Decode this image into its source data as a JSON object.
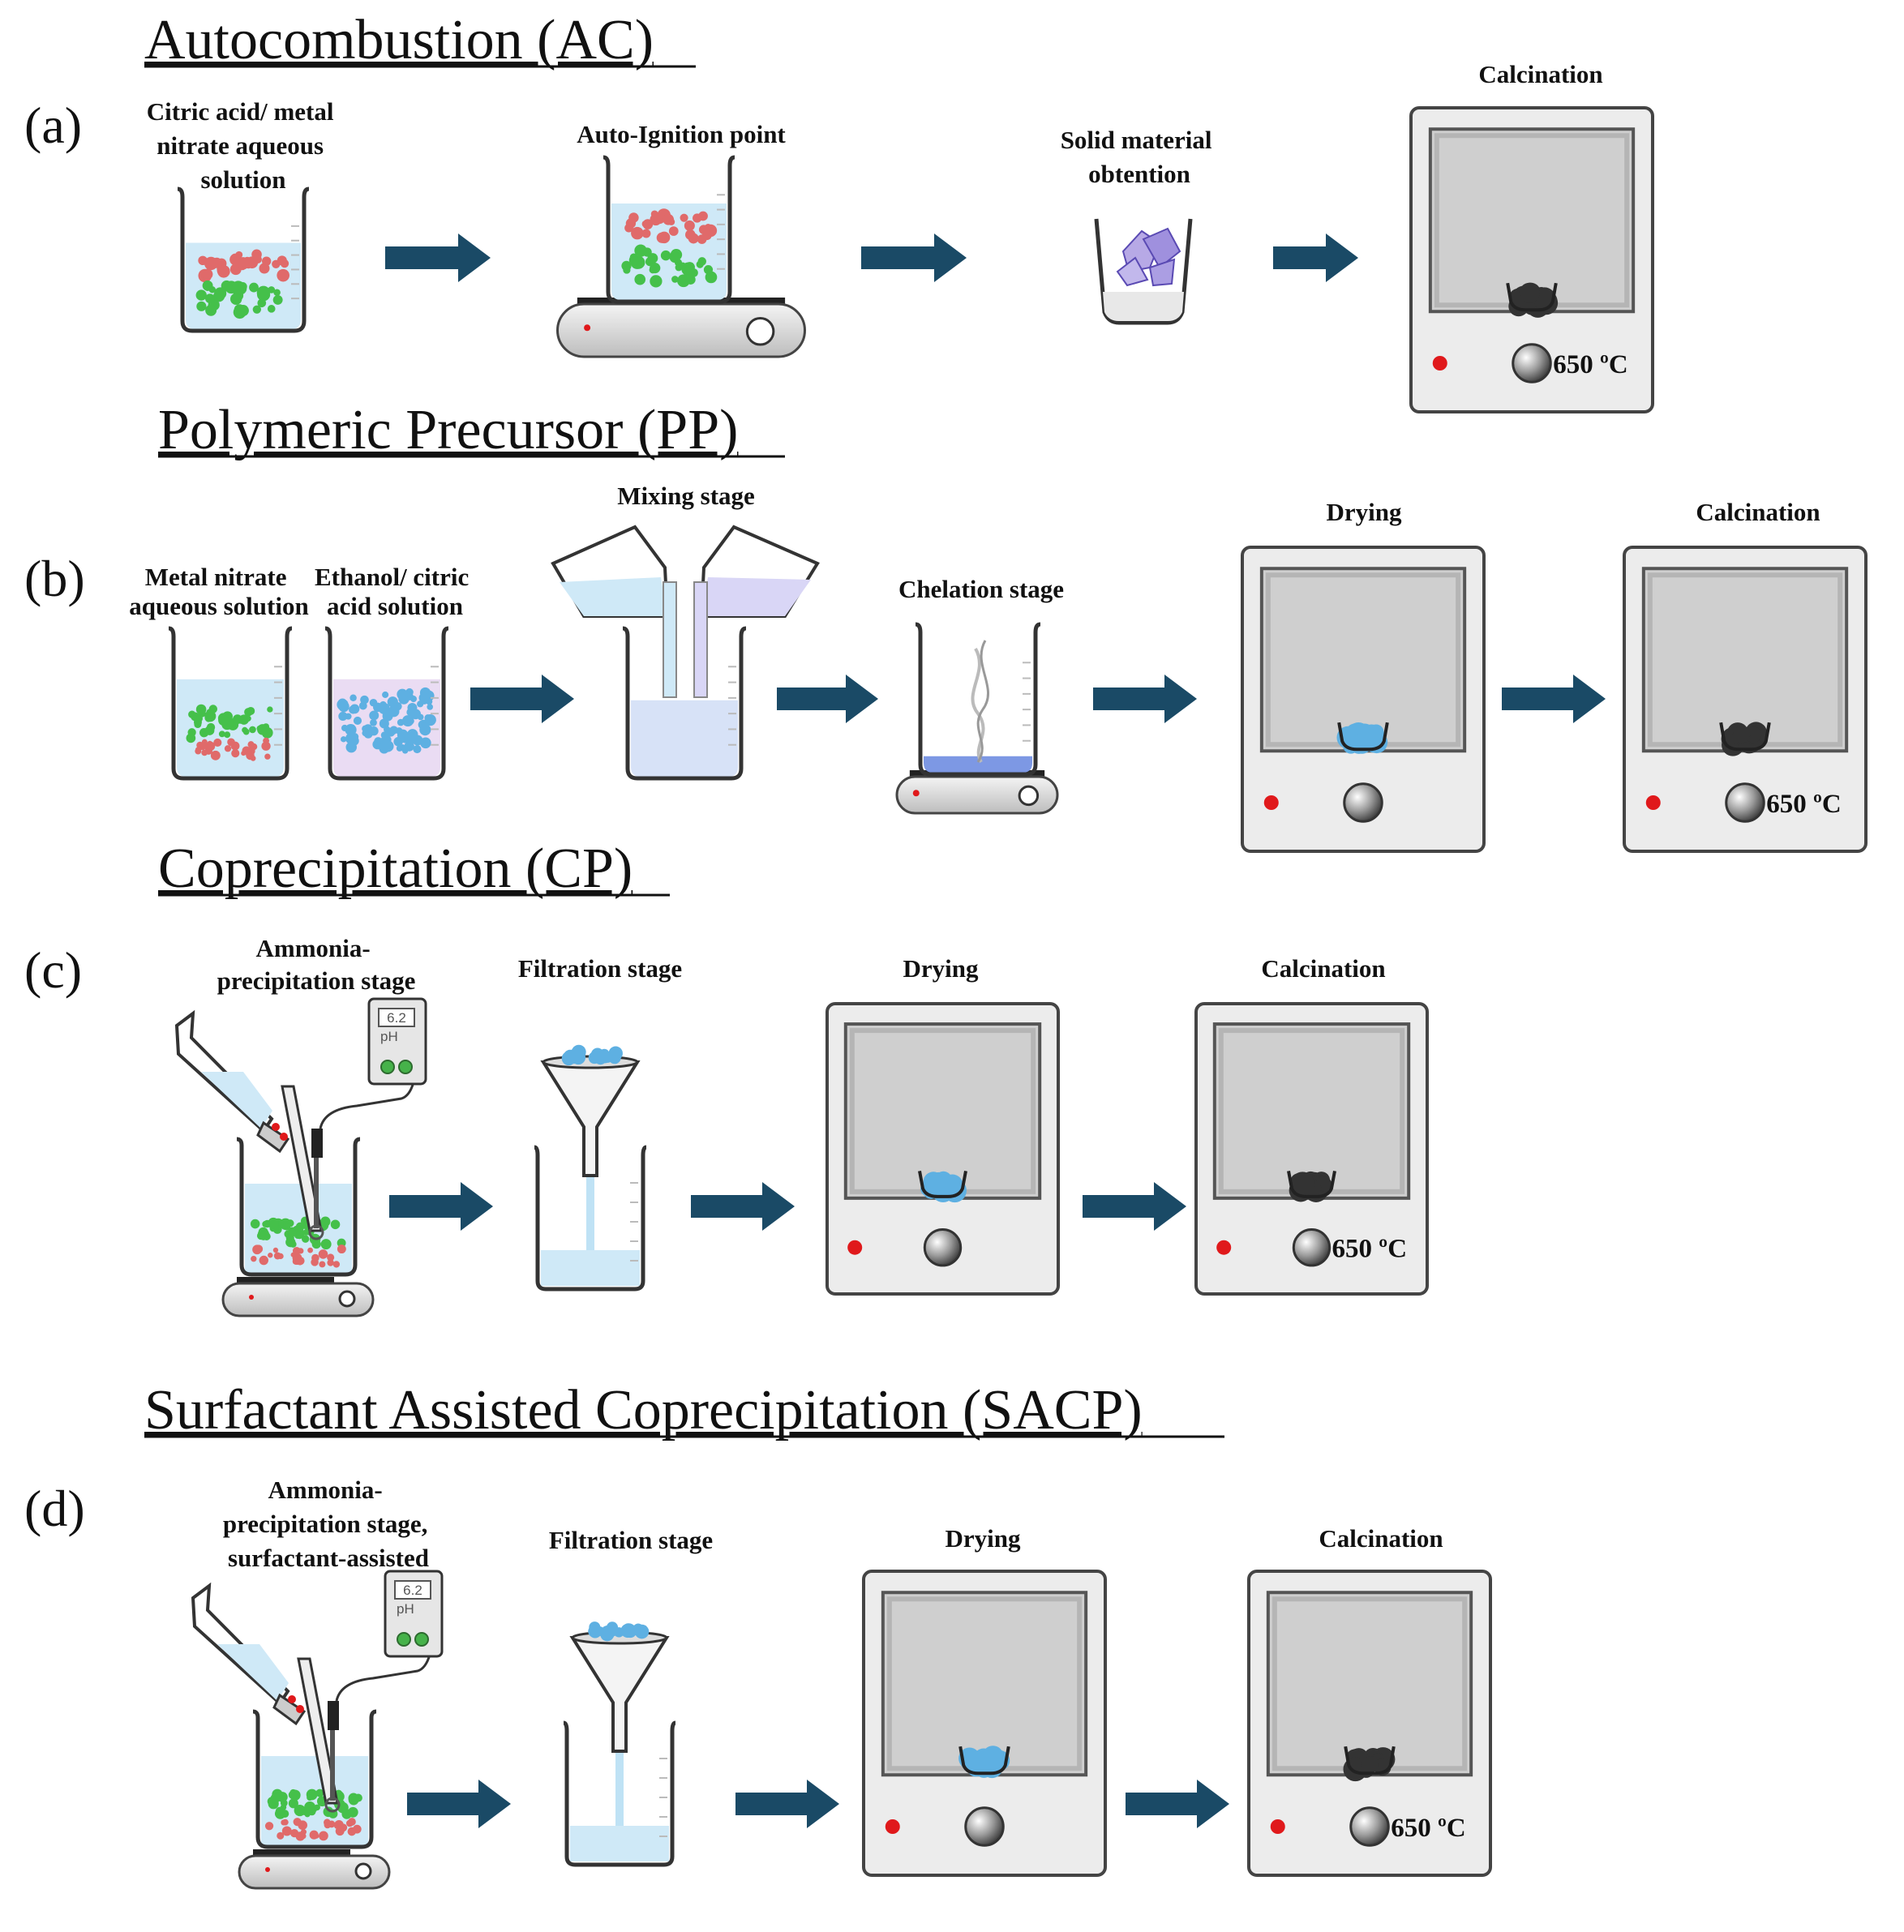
{
  "colors": {
    "arrow": "#1a4a66",
    "oven_body": "#ececec",
    "oven_window": "#cfcfcf",
    "indicator_red": "#e0191b",
    "liquid_blue": "#cfe9f7",
    "liquid_pink": "#eadcf3",
    "particle_red": "#e06a6a",
    "particle_green": "#45c04a",
    "particle_blue": "#5eb0e2",
    "powder_dark": "#333333"
  },
  "sections": [
    {
      "id": "ac",
      "letter": "(a)",
      "title": "Autocombustion (AC)",
      "labels": {
        "solution": [
          "Citric acid/ metal",
          "nitrate aqueous",
          "solution"
        ],
        "ignition": "Auto-Ignition point",
        "solid": [
          "Solid material",
          "obtention"
        ],
        "calcination": "Calcination"
      },
      "temperature": "650 ºC"
    },
    {
      "id": "pp",
      "letter": "(b)",
      "title": "Polymeric Precursor (PP)",
      "labels": {
        "metal": [
          "Metal nitrate",
          "aqueous solution"
        ],
        "ethanol": [
          "Ethanol/ citric",
          "acid solution"
        ],
        "mixing": "Mixing stage",
        "chelation": "Chelation stage",
        "drying": "Drying",
        "calcination": "Calcination"
      },
      "temperature": "650 ºC"
    },
    {
      "id": "cp",
      "letter": "(c)",
      "title": "Coprecipitation (CP)",
      "labels": {
        "precip": [
          "Ammonia-",
          "precipitation stage"
        ],
        "filtration": "Filtration stage",
        "drying": "Drying",
        "calcination": "Calcination"
      },
      "ph_reading": "6.2",
      "ph_unit": "pH",
      "temperature": "650 ºC"
    },
    {
      "id": "sacp",
      "letter": "(d)",
      "title": "Surfactant Assisted Coprecipitation (SACP)",
      "labels": {
        "precip": [
          "Ammonia-",
          "precipitation stage,",
          "surfactant-assisted"
        ],
        "filtration": "Filtration stage",
        "drying": "Drying",
        "calcination": "Calcination"
      },
      "ph_reading": "6.2",
      "ph_unit": "pH",
      "temperature": "650 ºC"
    }
  ]
}
